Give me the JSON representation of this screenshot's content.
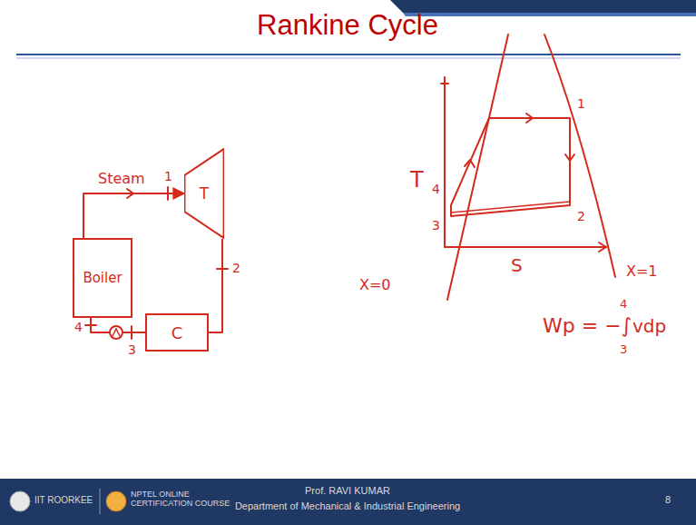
{
  "diagram": {
    "title": "Rankine Cycle",
    "nodes": [
      {
        "text": [
          "T"
        ]
      },
      {
        "text": [
          "Boiler"
        ]
      },
      {
        "text": [
          "C"
        ]
      }
    ],
    "edges": [
      {
        "from": 1,
        "to": 0,
        "arrow": "to",
        "label": "Steam"
      },
      {
        "from": 0,
        "to": 2,
        "arrow": "none"
      },
      {
        "from": 2,
        "to": 1,
        "arrow": "none"
      }
    ],
    "labels": [
      "1",
      "2",
      "3",
      "4",
      "T",
      "S",
      "1",
      "2",
      "3",
      "4",
      "X=0",
      "X=1",
      "Wp = −∫",
      "4",
      "3",
      "vdp",
      "IIT ROORKEE",
      "NPTEL ONLINE CERTIFICATION COURSE",
      "Prof. RAVI KUMAR",
      "Department of Mechanical & Industrial Engineering",
      "8"
    ]
  }
}
